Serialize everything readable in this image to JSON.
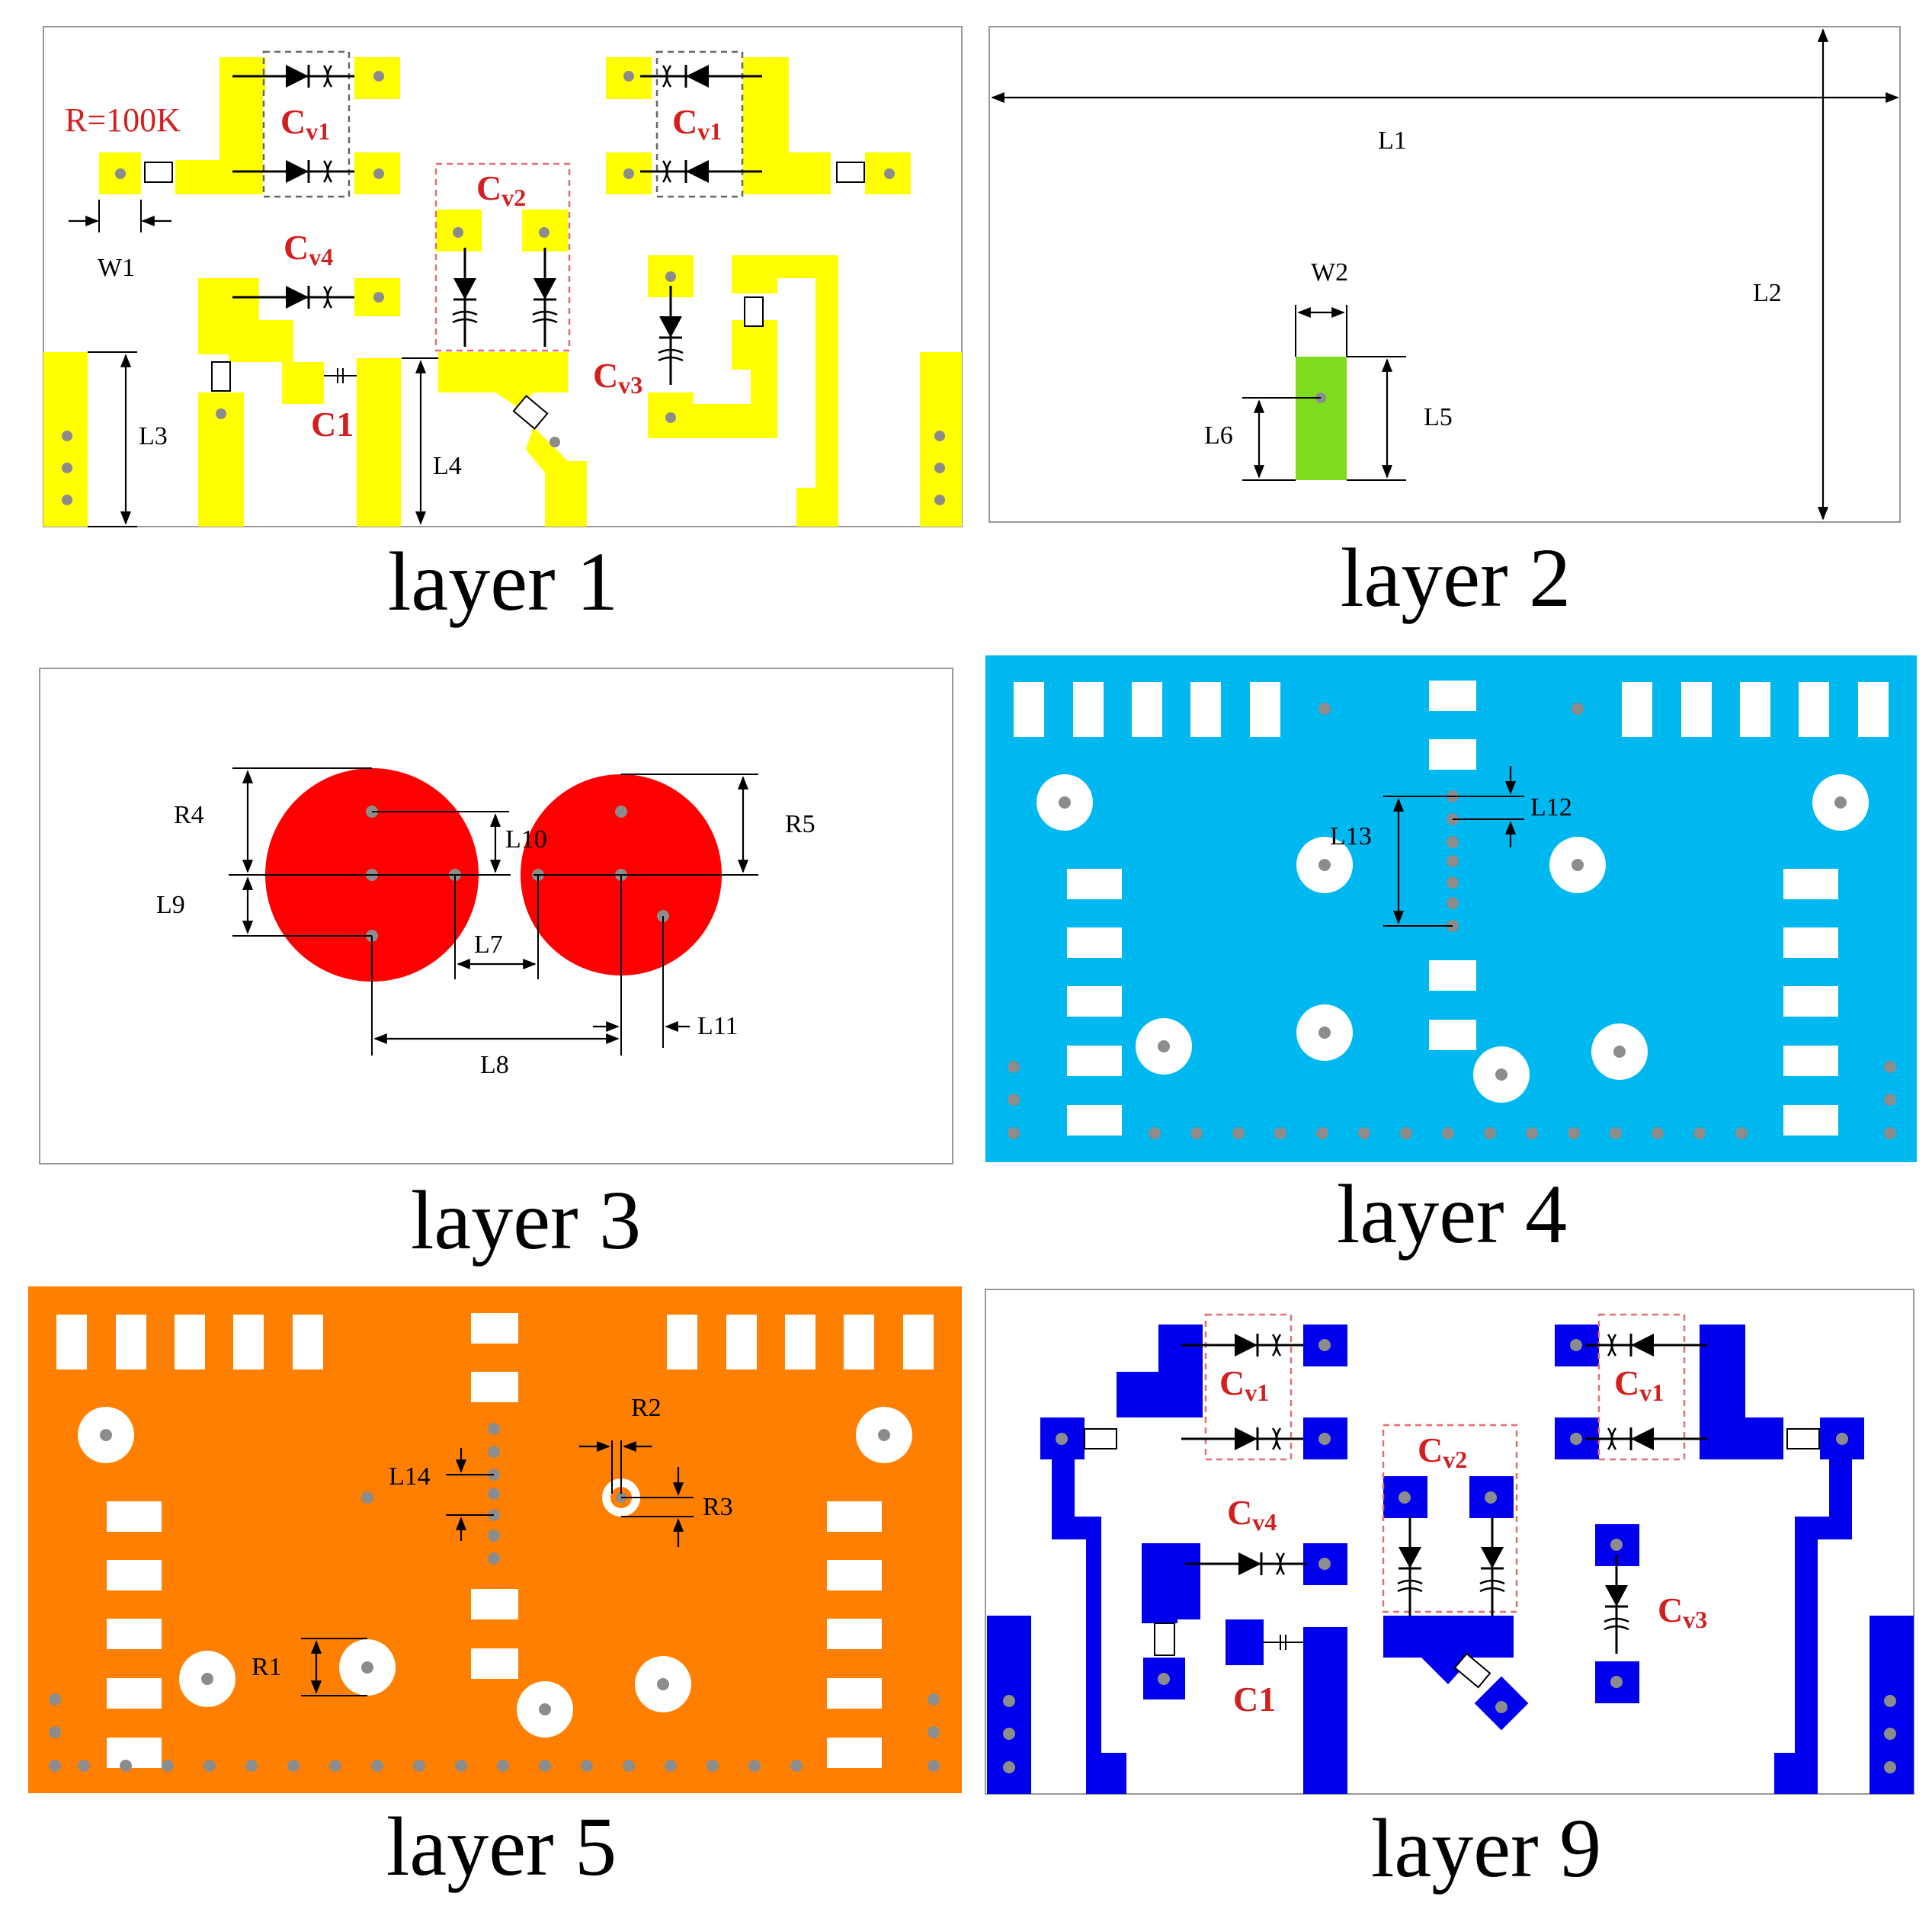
{
  "colors": {
    "layer1": "#ffff00",
    "layer2": "#7ddc1f",
    "layer3": "#ff0000",
    "layer4": "#00b8f0",
    "layer5": "#ff7f00",
    "layer9": "#0000ee",
    "via": "#8c8c8c",
    "annotation": "#d22020"
  },
  "panels": [
    {
      "id": "layer1",
      "caption": "layer 1"
    },
    {
      "id": "layer2",
      "caption": "layer 2"
    },
    {
      "id": "layer3",
      "caption": "layer 3"
    },
    {
      "id": "layer4",
      "caption": "layer 4"
    },
    {
      "id": "layer5",
      "caption": "layer 5"
    },
    {
      "id": "layer9",
      "caption": "layer 9"
    }
  ],
  "layer1": {
    "resistor": "R=100K",
    "cv1": "C",
    "cv1_sub": "v1",
    "cv2": "C",
    "cv2_sub": "v2",
    "cv3": "C",
    "cv3_sub": "v3",
    "cv4": "C",
    "cv4_sub": "v4",
    "c1": "C1",
    "w1": "W1",
    "l3": "L3",
    "l4": "L4"
  },
  "layer2": {
    "l1": "L1",
    "l2": "L2",
    "w2": "W2",
    "l5": "L5",
    "l6": "L6"
  },
  "layer3": {
    "r4": "R4",
    "r5": "R5",
    "l7": "L7",
    "l8": "L8",
    "l9": "L9",
    "l10": "L10",
    "l11": "L11"
  },
  "layer4": {
    "l12": "L12",
    "l13": "L13"
  },
  "layer5": {
    "l14": "L14",
    "r1": "R1",
    "r2": "R2",
    "r3": "R3"
  },
  "layer9": {
    "cv1": "C",
    "cv1_sub": "v1",
    "cv2": "C",
    "cv2_sub": "v2",
    "cv3": "C",
    "cv3_sub": "v3",
    "cv4": "C",
    "cv4_sub": "v4",
    "c1": "C1"
  }
}
